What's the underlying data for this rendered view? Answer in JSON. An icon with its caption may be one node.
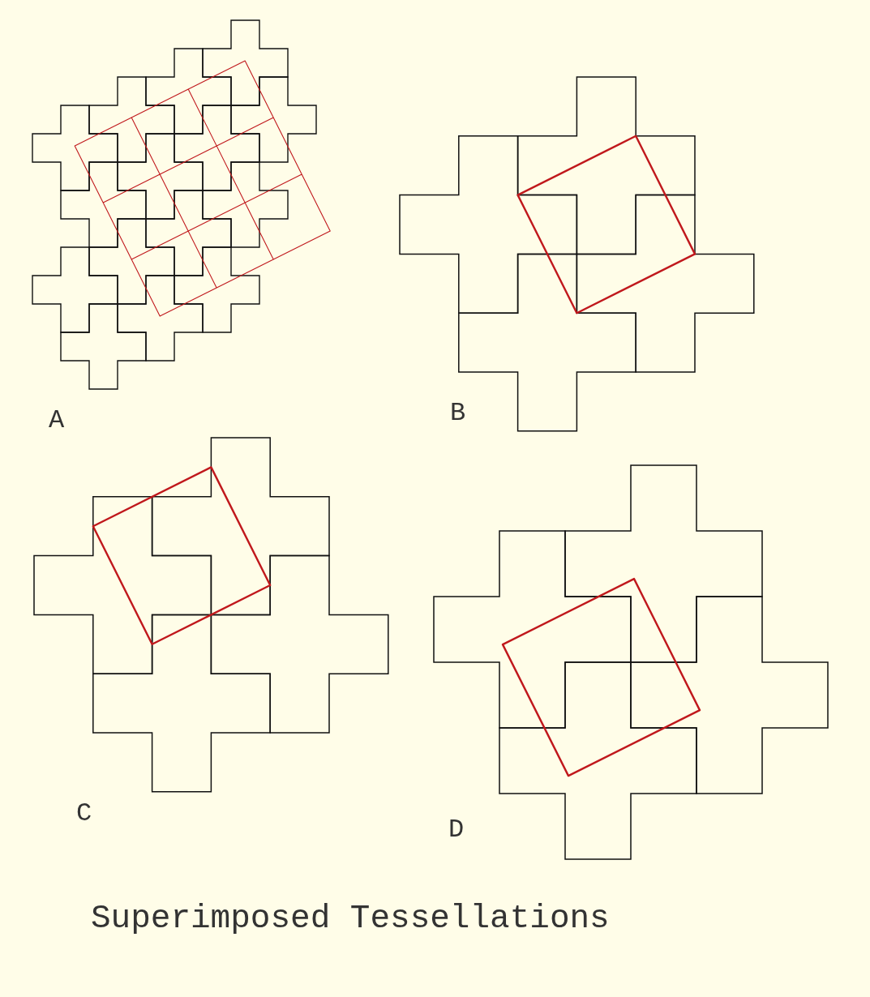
{
  "diagram": {
    "title": "Superimposed Tessellations",
    "labels": [
      "A",
      "B",
      "C",
      "D"
    ]
  }
}
